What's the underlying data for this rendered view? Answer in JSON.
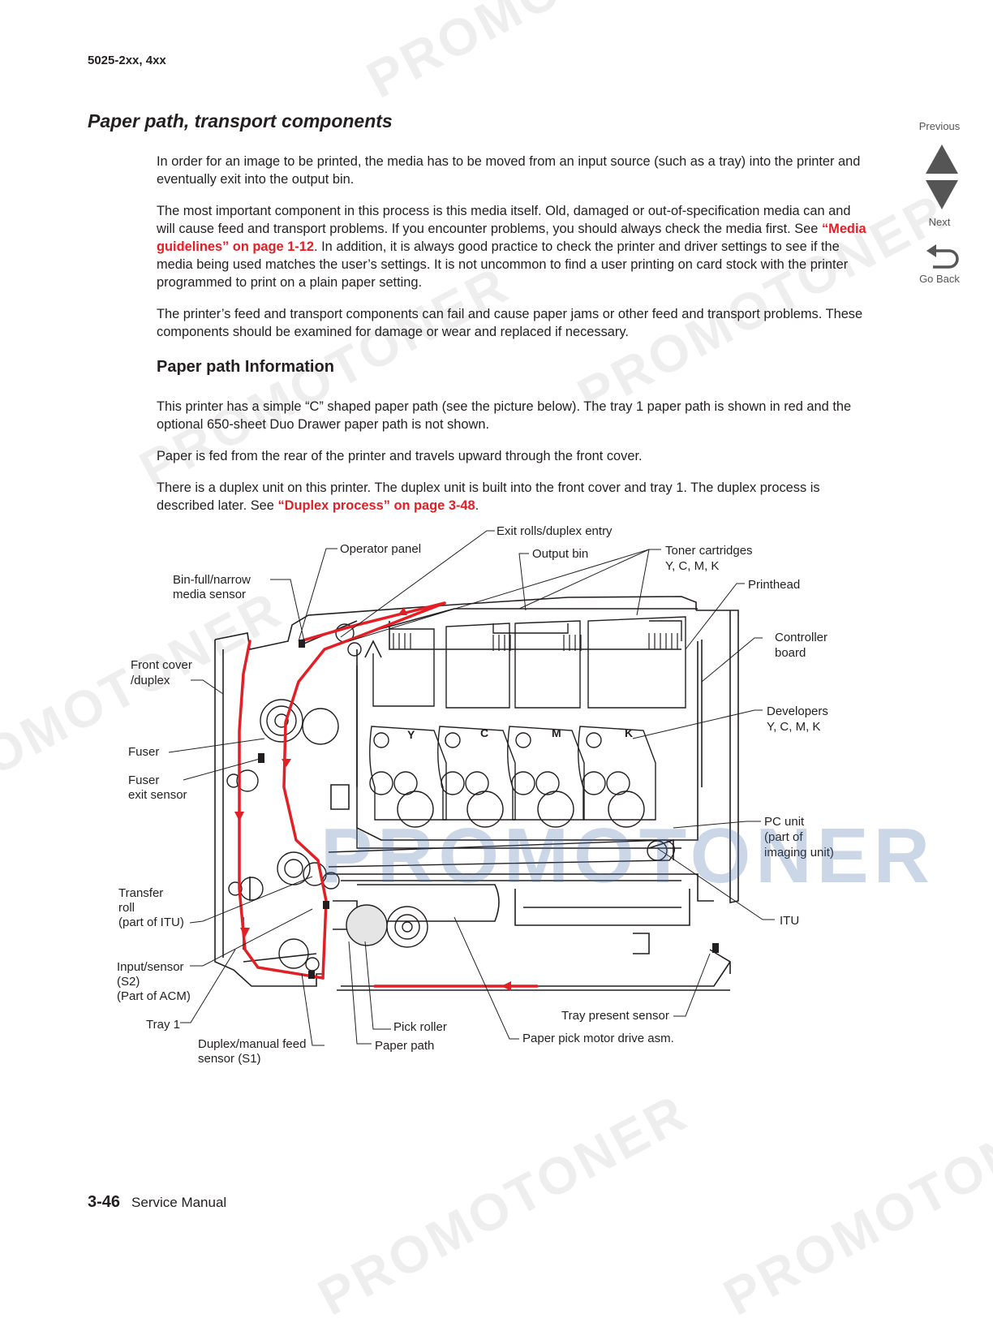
{
  "header": {
    "model": "5025-2xx, 4xx"
  },
  "section_title": "Paper path, transport components",
  "paragraphs": {
    "p1": "In order for an image to be printed, the media has to be moved from an input source (such as a tray) into the printer and eventually exit into the output bin.",
    "p2_a": "The most important component in this process is this media itself. Old, damaged or out-of-specification media can and will cause feed and transport problems. If you encounter problems, you should always check the media first. See ",
    "p2_link": "“Media guidelines” on page 1-12",
    "p2_b": ". In addition, it is always good practice to check the printer and driver settings to see if the media being used matches the user’s settings. It is not uncommon to find a user printing on card stock with the printer programmed to print on a plain paper setting.",
    "p3": "The printer’s feed and transport components can fail and cause paper jams or other feed and transport problems. These components should be examined for damage or wear and replaced if necessary.",
    "p4": "This printer has a simple “C” shaped paper path (see the picture below).   The tray 1 paper path is shown in red and the optional 650-sheet Duo Drawer paper path is not shown.",
    "p5": "Paper is fed from the rear of the printer and travels upward through the front cover.",
    "p6_a": "There is a duplex unit on this printer. The duplex unit is built into the front cover and tray 1. The duplex process is described later. See ",
    "p6_link": "“Duplex process” on page 3-48",
    "p6_b": "."
  },
  "subsection_title": "Paper path Information",
  "nav": {
    "previous": "Previous",
    "next": "Next",
    "go_back": "Go Back"
  },
  "footer": {
    "page_number": "3-46",
    "manual": "Service Manual"
  },
  "diagram_labels": {
    "operator_panel": "Operator panel",
    "exit_rolls": "Exit rolls/duplex entry",
    "output_bin": "Output bin",
    "toner_1": "Toner cartridges",
    "toner_2": "Y, C, M, K",
    "bin_full_1": "Bin-full/narrow",
    "bin_full_2": "media sensor",
    "printhead": "Printhead",
    "controller_1": "Controller",
    "controller_2": "board",
    "front_cover_1": "Front cover",
    "front_cover_2": "/duplex",
    "developers_1": "Developers",
    "developers_2": "Y, C, M, K",
    "fuser": "Fuser",
    "fuser_exit_1": "Fuser",
    "fuser_exit_2": "exit sensor",
    "pc_unit_1": "PC unit",
    "pc_unit_2": "(part of",
    "pc_unit_3": "imaging unit)",
    "transfer_1": "Transfer",
    "transfer_2": "roll",
    "transfer_3": "(part of ITU)",
    "itu": "ITU",
    "input_sensor_1": "Input/sensor",
    "input_sensor_2": "(S2)",
    "input_sensor_3": "(Part of ACM)",
    "tray_present": "Tray present sensor",
    "tray1": "Tray 1",
    "pick_roller": "Pick roller",
    "duplex_sensor_1": "Duplex/manual feed",
    "duplex_sensor_2": "sensor (S1)",
    "paper_path": "Paper path",
    "pick_motor": "Paper pick motor drive asm.",
    "letter_y": "Y",
    "letter_c": "C",
    "letter_m": "M",
    "letter_k": "K"
  },
  "watermarks": {
    "text": "PROMOTONER",
    "center": "PROMOTONER"
  },
  "colors": {
    "link": "#e31e24",
    "paper_path": "#e31e24",
    "text": "#231f20"
  }
}
